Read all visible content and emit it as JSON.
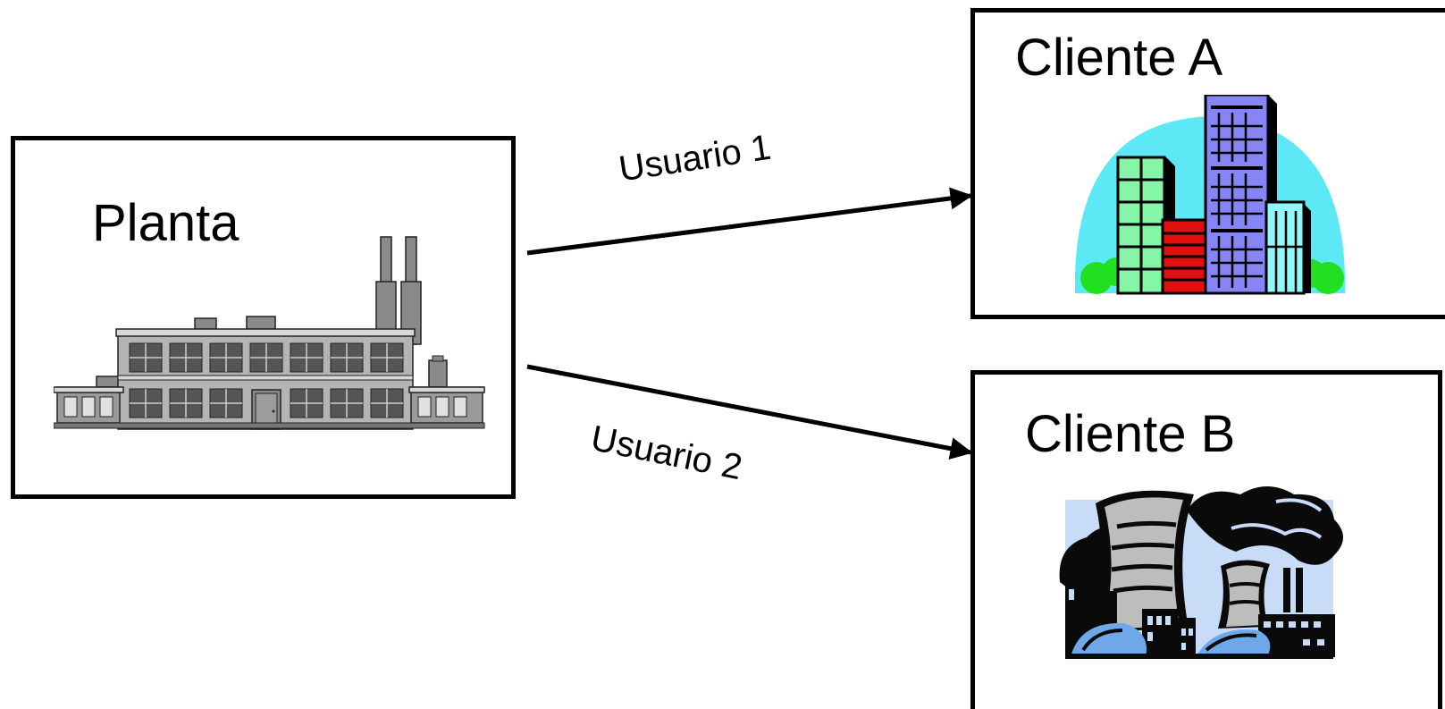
{
  "nodes": {
    "planta": {
      "label": "Planta"
    },
    "cliente_a": {
      "label": "Cliente A"
    },
    "cliente_b": {
      "label": "Cliente B"
    }
  },
  "edges": [
    {
      "from": "Planta",
      "to": "Cliente A",
      "label": "Usuario 1"
    },
    {
      "from": "Planta",
      "to": "Cliente B",
      "label": "Usuario 2"
    }
  ],
  "icons": {
    "planta": "factory-icon",
    "cliente_a": "office-buildings-icon",
    "cliente_b": "industrial-city-icon"
  },
  "colors": {
    "sky_cyan": "#5de8f5",
    "tower_blue": "#8585f5",
    "tower_green": "#85f5a8",
    "tower_red": "#e01010",
    "bush_green": "#20e020",
    "pale_sky": "#c8dcf8",
    "factory_gray": "#a8a8a8"
  }
}
